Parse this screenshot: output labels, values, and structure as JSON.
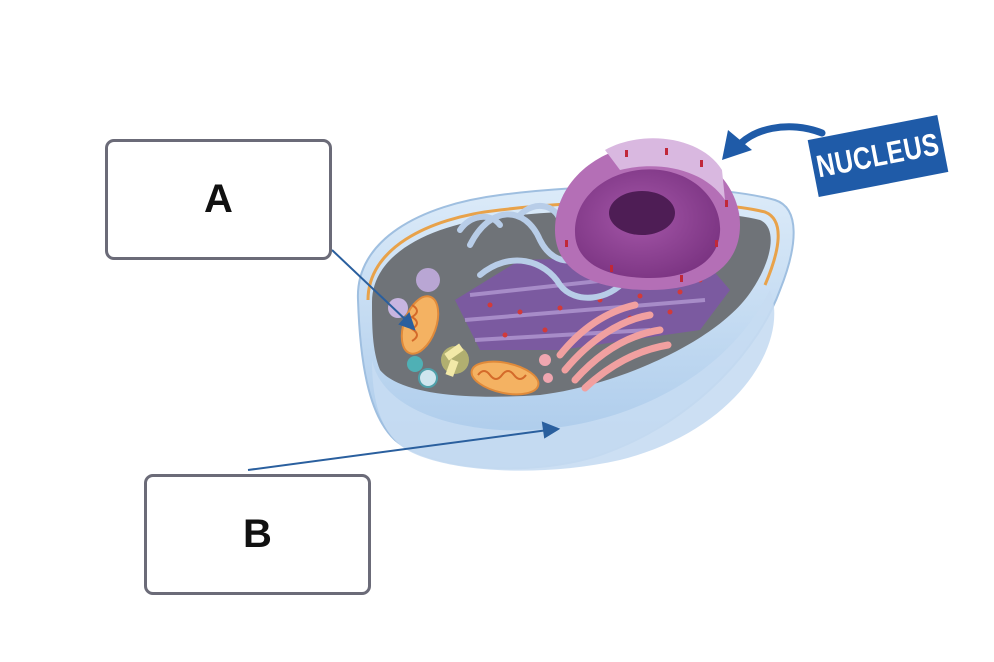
{
  "labels": {
    "a": "A",
    "b": "B"
  },
  "nucleus_tag": "NUCLEUS",
  "colors": {
    "pointer_line": "#2a5f9e",
    "tag_bg": "#1f5ba8",
    "cell_wall": "#cfe3f6",
    "nucleus": "#8b3f8f",
    "rough_er": "#7b5aa0",
    "golgi": "#f1a0a0",
    "mitochondria": "#f4b262"
  }
}
